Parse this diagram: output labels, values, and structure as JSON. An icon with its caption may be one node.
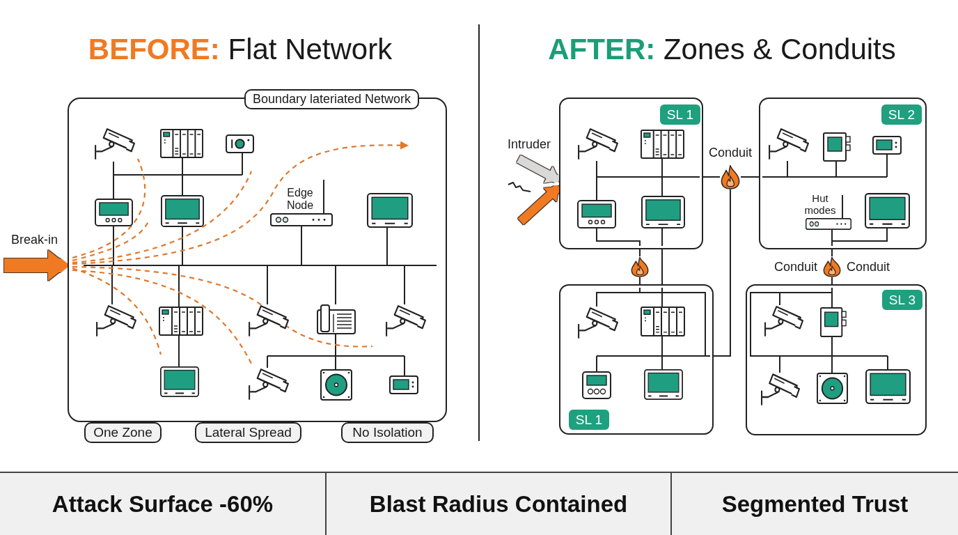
{
  "diagram": {
    "nodes": [
      {
        "text": [
          "Boundary lateriated Network"
        ]
      },
      {
        "text": [
          "One Zone"
        ]
      },
      {
        "text": [
          "Lateral Spread"
        ]
      },
      {
        "text": [
          "No Isolation"
        ]
      },
      {
        "text": [
          "SL 1"
        ]
      },
      {
        "text": [
          "SL 2"
        ]
      },
      {
        "text": [],
        "shape": "picture",
        "beside": [
          "Conduit"
        ]
      },
      {
        "text": [],
        "shape": "picture"
      },
      {
        "text": [
          "SL 1"
        ]
      },
      {
        "text": [],
        "shape": "picture",
        "beside": [
          "Conduit",
          "Conduit"
        ]
      },
      {
        "text": [
          "SL 3"
        ]
      },
      {
        "text": [
          "Attack Surface -60%"
        ]
      },
      {
        "text": [
          "Blast Radius Contained"
        ]
      },
      {
        "text": [
          "Segmented Trust"
        ]
      }
    ],
    "edges": [
      {
        "from": null,
        "to": 0,
        "arrow": "to",
        "label": "Break-in",
        "style": "thick",
        "color": "#f07a22"
      },
      {
        "from": null,
        "to": 4,
        "arrow": "to",
        "label": "Intruder",
        "style": "thick",
        "color": "#d9d9d9"
      },
      {
        "from": null,
        "to": 4,
        "arrow": "to",
        "style": "thick",
        "color": "#f07a22"
      },
      {
        "from": 4,
        "to": 6,
        "arrow": "none"
      },
      {
        "from": 6,
        "to": 5,
        "arrow": "none"
      },
      {
        "from": 6,
        "to": 8,
        "arrow": "none"
      },
      {
        "from": 4,
        "to": 7,
        "arrow": "none"
      },
      {
        "from": 7,
        "to": 8,
        "arrow": "none"
      },
      {
        "from": 4,
        "to": 8,
        "arrow": "none"
      },
      {
        "from": 5,
        "to": 9,
        "arrow": "none"
      },
      {
        "from": 9,
        "to": 10,
        "arrow": "none"
      }
    ],
    "labels": [
      "**BEFORE:** Flat Network",
      "**AFTER:** Zones & Conduits",
      "Edge Node",
      "Hut modes"
    ]
  }
}
